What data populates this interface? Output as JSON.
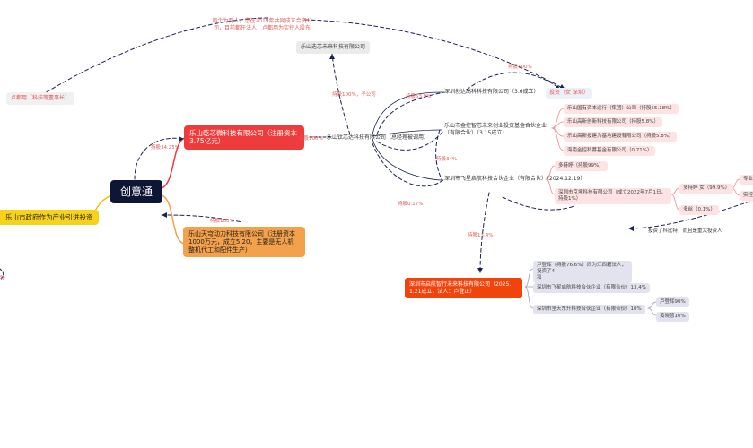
{
  "root": {
    "label": "创意通"
  },
  "top_note": "而个为两人，您在2019年共同成立合资公司，目前都任法人，卢都用为实控人股东",
  "lu_node": "卢都用（科技等董事长）",
  "gov_node": "乐山市政府作为产业引进投资",
  "left_edge_text": "钱",
  "company_a": {
    "label": "乐山乾芯微科技有限公司（注册资本3.75亿元）",
    "edge": "持股34.25%"
  },
  "company_b": {
    "label": "乐山天穹动力科技有限公司（注册资本1000万元，成立5.20，主要是无人机整机代工和配件生产）",
    "edge": "持股100%"
  },
  "qianxin_ref": "乐山迭芯未来科技有限公司",
  "center_company": {
    "label": "乐山钛芯达科技有限公司（总经理被调用）",
    "edge_left": "持股100%",
    "edge_up": "持股100%，子公司"
  },
  "shenzhen_a": {
    "label": "深圳创达高科科技有限公司（3.6成立）",
    "edge": "持股53.9%",
    "edge_up": "持股100%"
  },
  "fund": {
    "label": "乐山市金控智芯未来创业投资基金合伙企业（有限合伙）（3.15成立）",
    "edge": "持股34%"
  },
  "investor": "投资（女 深圳）",
  "fund_children": [
    "乐山国有资本运行（集团）公司（持股55.18%）",
    "乐山高新创新科技有限公司（持股5.8%）",
    "乐山高新投建为基地建设有限公司（持股5.8%）",
    "海南金控私募基金有限公司（0.71%）"
  ],
  "feixing": {
    "label": "深圳市飞星启航科技合伙企业（有限合伙）（2024.12.19）",
    "edge": "持股0.17%"
  },
  "feixing_children": {
    "c1": "多持婷（持股99%）",
    "c2": "深圳市京坤科技有限公司（成立2022年7月1日，持股1%）",
    "c2a": "多持婷 女（99.9%）",
    "c2b": "多丝（0.1%）",
    "c2a_sub1": "专业",
    "c2a_sub2": "实控"
  },
  "right_note": "投资了科比特，而且是重大投资人",
  "qidian": {
    "label": "深圳市启航智行未来科技有限公司（2025. 1.21成立，法人：卢登正）",
    "edge": "持股13.4%"
  },
  "qidian_children": {
    "c1": "卢登辉（持股76.6%）同为江西籍法人，投资了4",
    "c1_suffix": "和",
    "c2": "深圳市飞星启航科技合伙企业（有限合伙）13.4%",
    "c3": "深圳市坚天东升科技合伙企业（有限合伙）10%",
    "c3a": "卢登辉90%",
    "c3b": "黄晓慧10%"
  }
}
